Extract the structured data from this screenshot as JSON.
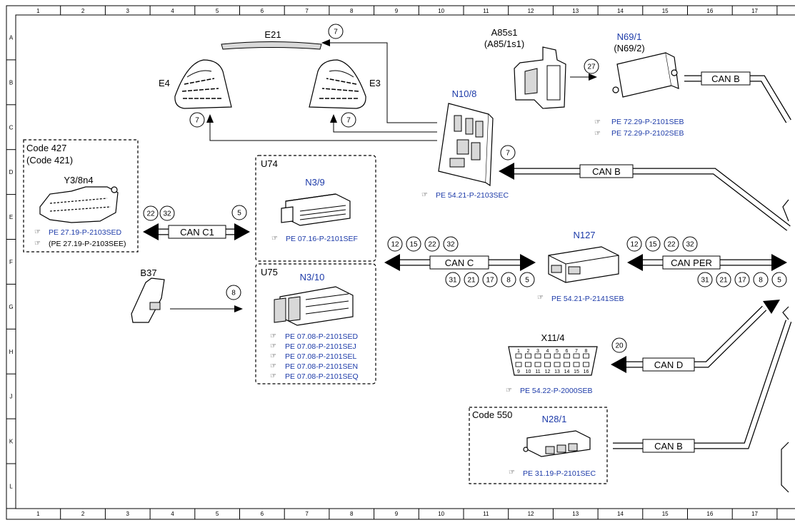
{
  "grid": {
    "columns": [
      "1",
      "2",
      "3",
      "4",
      "5",
      "6",
      "7",
      "8",
      "9",
      "10",
      "11",
      "12",
      "13",
      "14",
      "15",
      "16",
      "17"
    ],
    "rows": [
      "A",
      "B",
      "C",
      "D",
      "E",
      "F",
      "G",
      "H",
      "J",
      "K",
      "L"
    ]
  },
  "components": {
    "e21": {
      "label": "E21"
    },
    "e4": {
      "label": "E4"
    },
    "e3": {
      "label": "E3"
    },
    "a85s1": {
      "label": "A85s1",
      "alt": "(A85/1s1)"
    },
    "n69": {
      "label": "N69/1",
      "alt": "(N69/2)",
      "refs": [
        "PE 72.29-P-2101SEB",
        "PE 72.29-P-2102SEB"
      ]
    },
    "n10": {
      "label": "N10/8",
      "refs": [
        "PE 54.21-P-2103SEC"
      ]
    },
    "y3": {
      "code": "Code 427",
      "code_alt": "(Code 421)",
      "label": "Y3/8n4",
      "refs": [
        "PE 27.19-P-2103SED",
        "(PE 27.19-P-2103SEE)"
      ]
    },
    "u74": {
      "box": "U74",
      "label": "N3/9",
      "refs": [
        "PE 07.16-P-2101SEF"
      ]
    },
    "u75": {
      "box": "U75",
      "label": "N3/10",
      "refs": [
        "PE 07.08-P-2101SED",
        "PE 07.08-P-2101SEJ",
        "PE 07.08-P-2101SEL",
        "PE 07.08-P-2101SEN",
        "PE 07.08-P-2101SEQ"
      ]
    },
    "b37": {
      "label": "B37"
    },
    "n127": {
      "label": "N127",
      "refs": [
        "PE 54.21-P-2141SEB"
      ]
    },
    "x11": {
      "label": "X11/4",
      "refs": [
        "PE 54.22-P-2000SEB"
      ],
      "pins_top": [
        "1",
        "2",
        "3",
        "4",
        "5",
        "6",
        "7",
        "8"
      ],
      "pins_bottom": [
        "9",
        "10",
        "11",
        "12",
        "13",
        "14",
        "15",
        "16"
      ]
    },
    "n28": {
      "code": "Code 550",
      "label": "N28/1",
      "refs": [
        "PE 31.19-P-2101SEC"
      ]
    }
  },
  "buses": {
    "can_b_n69": "CAN B",
    "can_b_n10": "CAN B",
    "can_c1": "CAN C1",
    "can_c": "CAN C",
    "can_per": "CAN PER",
    "can_d": "CAN D",
    "can_b_n28": "CAN B"
  },
  "callouts": {
    "e21": "7",
    "e4": "7",
    "e3": "7",
    "a85": "27",
    "n10_can": "7",
    "y3": [
      "22",
      "32"
    ],
    "u74": "5",
    "b37": "8",
    "can_c_top": [
      "12",
      "15",
      "22",
      "32"
    ],
    "can_c_bottom": [
      "31",
      "21",
      "17",
      "8",
      "5"
    ],
    "per_top": [
      "12",
      "15",
      "22",
      "32"
    ],
    "per_bottom": [
      "31",
      "21",
      "17",
      "8",
      "5"
    ],
    "x11": "20"
  },
  "colors": {
    "module_label": "#1c3aa8",
    "line": "#000000"
  }
}
